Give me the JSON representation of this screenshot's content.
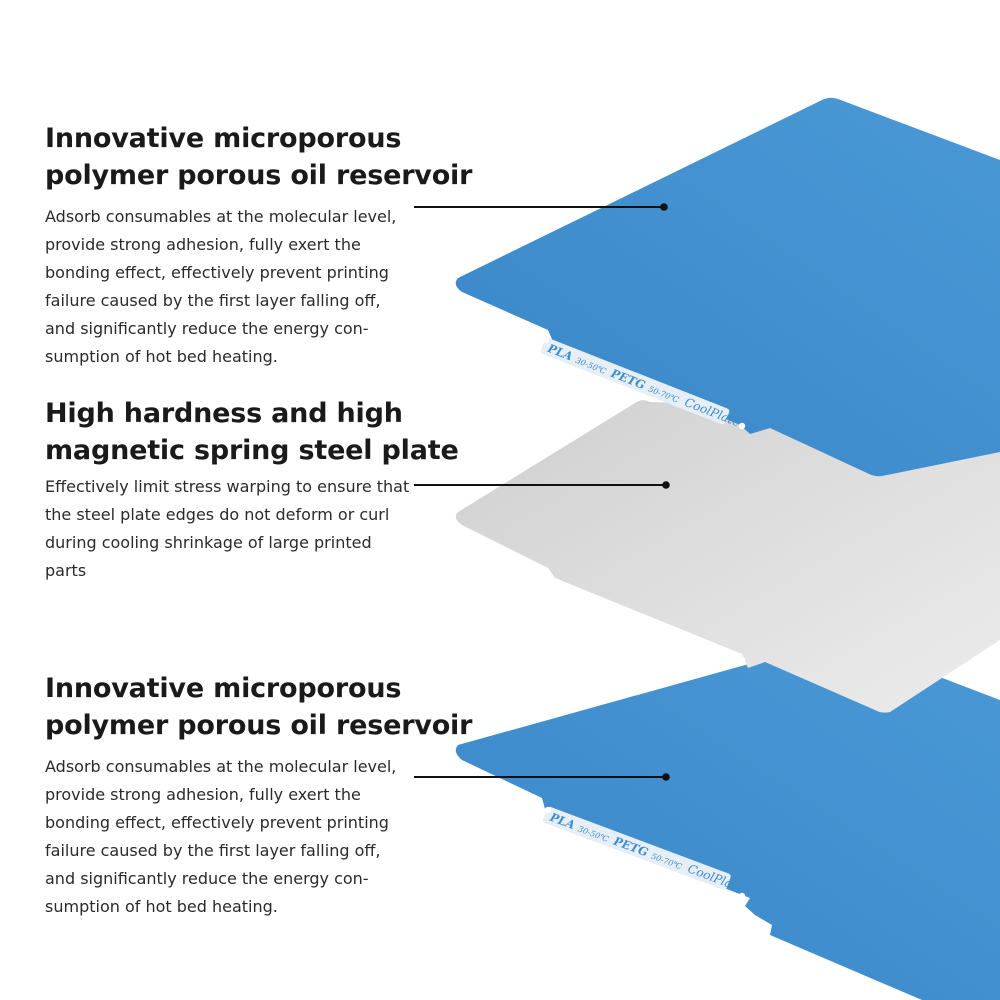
{
  "sections": [
    {
      "title_line1": "Innovative microporous",
      "title_line2": "polymer porous oil reservoir",
      "body": "Adsorb consumables at the molecular level, provide strong adhesion, fully exert the bonding effect, effectively prevent printing failure caused by the first layer falling off, and significantly reduce the energy con-sumption of hot bed heating."
    },
    {
      "title_line1": "High hardness and high",
      "title_line2": "magnetic spring steel plate",
      "body": "Effectively limit stress warping to ensure that the steel plate edges do not deform or curl during cooling shrinkage of large printed parts"
    },
    {
      "title_line1": "Innovative microporous",
      "title_line2": "polymer porous oil reservoir",
      "body": "Adsorb consumables at the molecular level, provide strong adhesion, fully exert the bonding effect, effectively prevent printing failure caused by the first layer falling off, and significantly reduce the energy con-sumption of hot bed heating."
    }
  ],
  "plate_label": {
    "pla": "PLA",
    "pla_temp": "30-50℃",
    "petg": "PETG",
    "petg_temp": "50-70℃",
    "name": "CoolPlate"
  },
  "colors": {
    "blue_plate": "#3d8dcd",
    "steel_plate": "#d9d9d9",
    "leader_line": "#111111"
  }
}
